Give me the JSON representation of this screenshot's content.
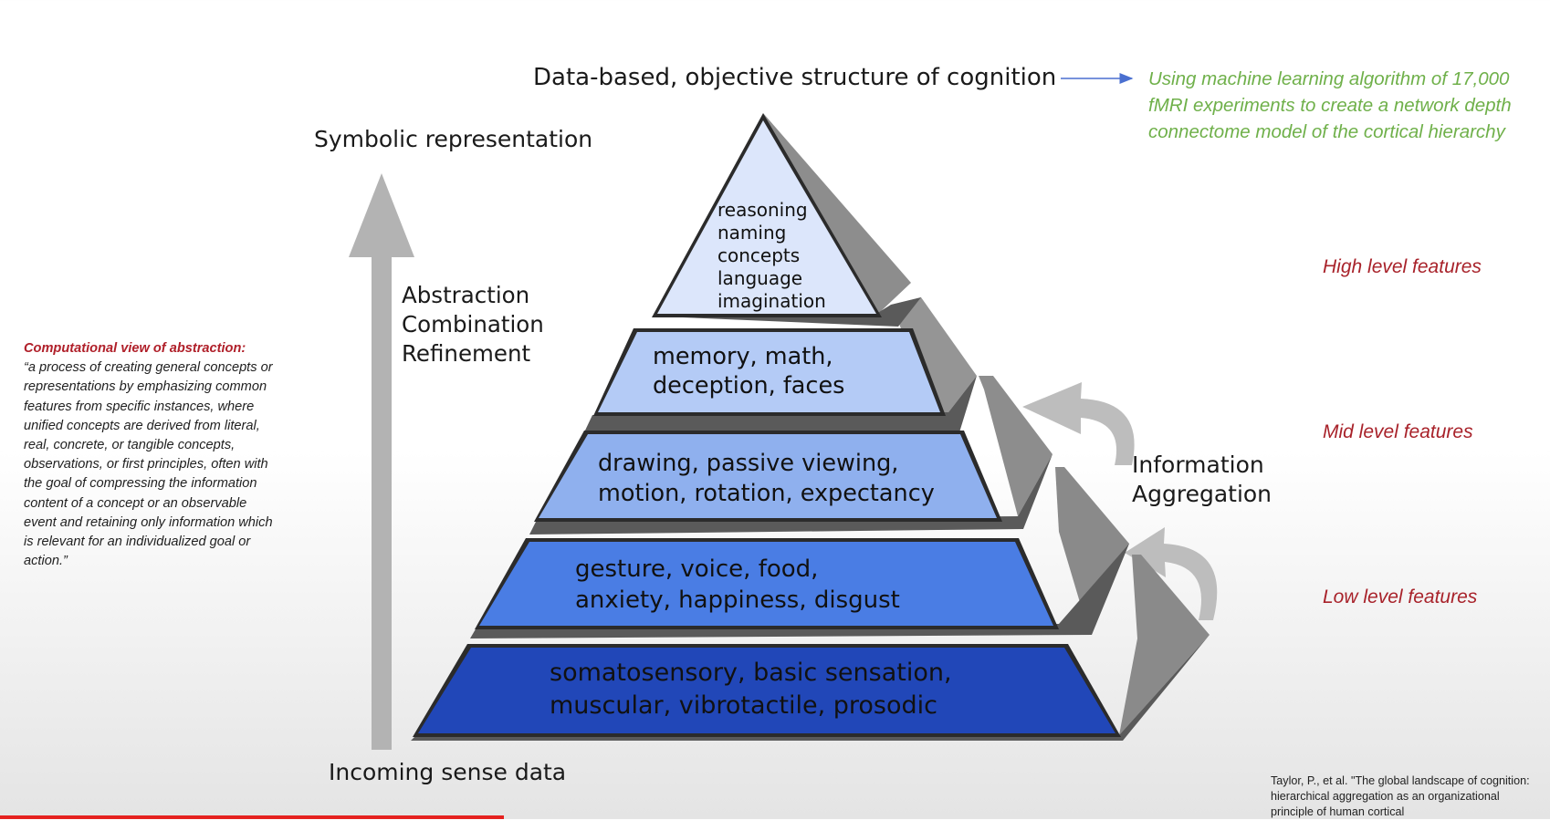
{
  "header": {
    "title": "Data-based, objective structure of cognition",
    "ml_note": "Using machine learning algorithm of 17,000 fMRI experiments to create a network depth connectome model of the cortical hierarchy"
  },
  "axis": {
    "top_label": "Symbolic representation",
    "bottom_label": "Incoming sense data",
    "process_steps": [
      "Abstraction",
      "Combination",
      "Refinement"
    ]
  },
  "pyramid": {
    "tiers": [
      {
        "lines": [
          "reasoning",
          "naming",
          "concepts",
          "language",
          "imagination"
        ]
      },
      {
        "lines": [
          "memory, math,",
          "deception, faces"
        ]
      },
      {
        "lines": [
          "drawing, passive viewing,",
          "motion, rotation, expectancy"
        ]
      },
      {
        "lines": [
          "gesture, voice, food,",
          "anxiety, happiness, disgust"
        ]
      },
      {
        "lines": [
          "somatosensory, basic sensation,",
          "muscular, vibrotactile, prosodic"
        ]
      }
    ],
    "colors": [
      "#dce6fb",
      "#b4cbf6",
      "#8fb0ee",
      "#4a7de4",
      "#2147b8"
    ]
  },
  "levels": {
    "high": "High level features",
    "mid": "Mid level features",
    "low": "Low level features"
  },
  "aggregation": {
    "lines": [
      "Information",
      "Aggregation"
    ]
  },
  "computational": {
    "title": "Computational view of abstraction:",
    "text": "“a process of creating general concepts or representations by emphasizing common features from specific instances, where unified concepts are derived from literal, real, concrete, or tangible concepts, observations, or first principles, often with the goal of compressing the information content of a concept or an observable event and retaining only information which is relevant for an individualized goal or action.”"
  },
  "citation": "Taylor, P., et al. \"The global landscape of cognition: hierarchical aggregation as an organizational principle of human cortical",
  "colors": {
    "level_text": "#a8222a",
    "ml_note": "#6fb04a",
    "arrow_gray": "#b3b3b3",
    "title_arrow": "#4a6fd0",
    "progress_bar": "#e5211f"
  }
}
